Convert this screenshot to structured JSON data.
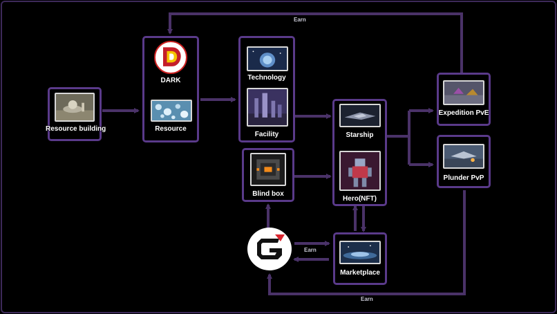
{
  "nodes": {
    "resource_building": "Resource building",
    "dark": "DARK",
    "resource": "Resource",
    "technology": "Technology",
    "facility": "Facility",
    "blind_box": "Blind box",
    "starship": "Starship",
    "hero": "Hero(NFT)",
    "expedition": "Expedition PvE",
    "plunder": "Plunder PvP",
    "marketplace": "Marketplace"
  },
  "logos": {
    "dark_letter": "D",
    "g_letter": "G"
  },
  "edges": {
    "top_earn": "Earn",
    "bottom_earn": "Earn",
    "market_earn": "Earn"
  },
  "colors": {
    "border": "#5a3a8a",
    "arrow": "#4a3268",
    "frame": "#3d2a5a"
  }
}
